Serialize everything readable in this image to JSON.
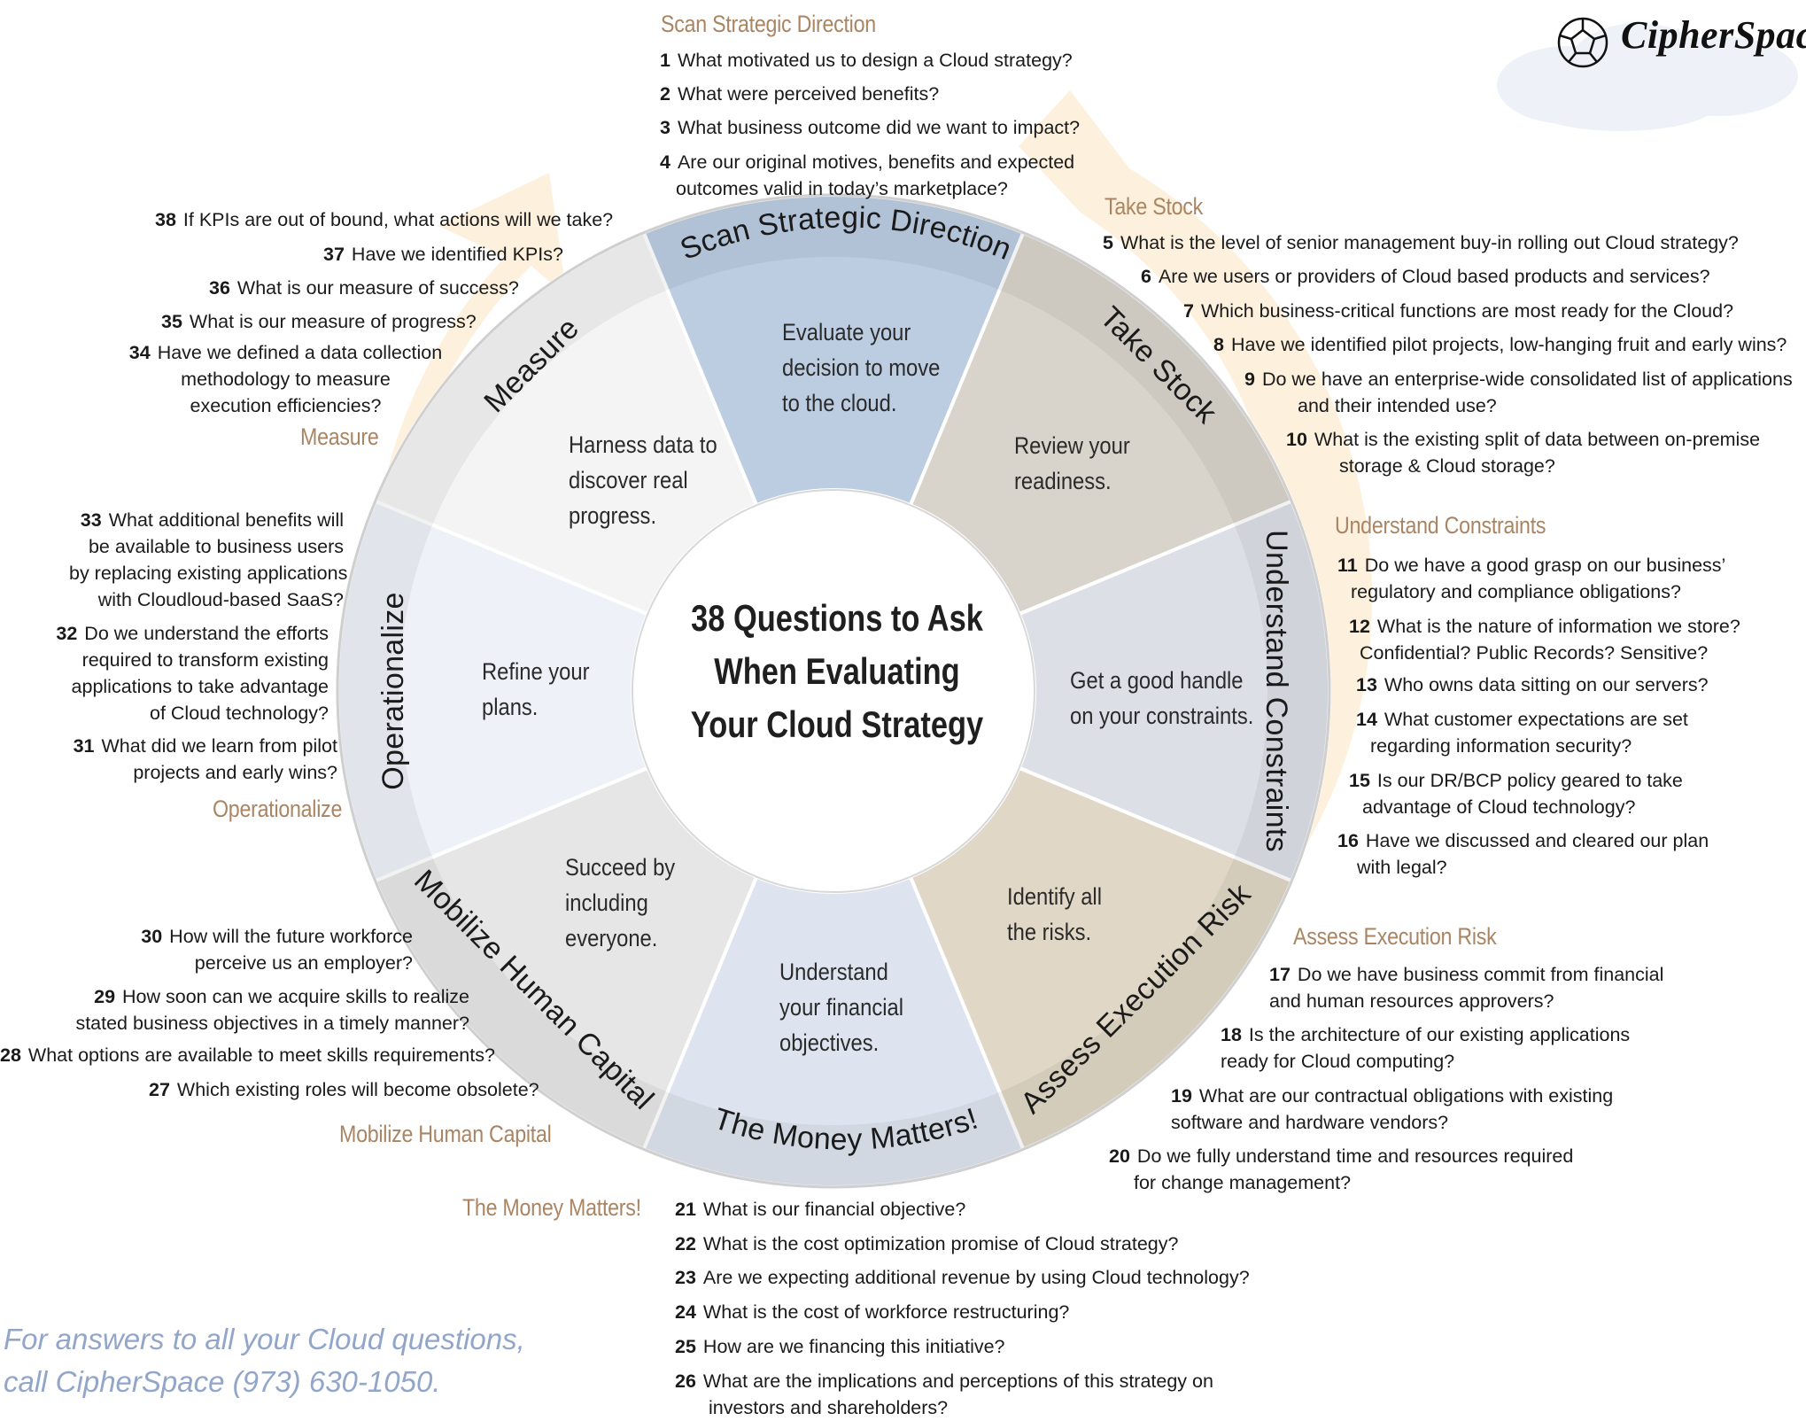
{
  "center_title": [
    "38 Questions to Ask",
    "When Evaluating",
    "Your Cloud Strategy"
  ],
  "brand": "CipherSpace",
  "footer": [
    "For answers to all your Cloud questions,",
    "call CipherSpace  (973) 630-1050."
  ],
  "colors": {
    "heading": "#a98563",
    "ring_accent": "#fbe9cf",
    "scan": "#bccde2",
    "take_stock": "#d9d4cb",
    "constraints": "#dcdfe6",
    "risk": "#e0d7c6",
    "money": "#dde4ef",
    "footer": "#92a6c9"
  },
  "segments": {
    "scan": {
      "label": "Scan Strategic Direction",
      "text": [
        "Evaluate your",
        "decision to move",
        "to the cloud."
      ]
    },
    "take_stock": {
      "label": "Take Stock",
      "text": [
        "Review your",
        "readiness."
      ]
    },
    "constraints": {
      "label": "Understand Constraints",
      "text": [
        "Get a good handle",
        "on your constraints."
      ]
    },
    "risk": {
      "label": "Assess Execution Risk",
      "text": [
        "Identify all",
        "the risks."
      ]
    },
    "money": {
      "label": "The Money Matters!",
      "text": [
        "Understand",
        " your financial",
        "objectives."
      ]
    },
    "human": {
      "label": "Mobilize Human Capital",
      "text": [
        "Succeed by",
        "including",
        "everyone."
      ]
    },
    "operationalize": {
      "label": "Operationalize",
      "text": [
        "Refine your",
        "plans."
      ]
    },
    "measure": {
      "label": "Measure",
      "text": [
        "Harness data to",
        "discover real",
        "progress."
      ]
    }
  },
  "sections": {
    "scan": {
      "heading": "Scan Strategic Direction",
      "questions": [
        {
          "n": "1",
          "lines": [
            "What motivated us to design a Cloud strategy?"
          ]
        },
        {
          "n": "2",
          "lines": [
            "What were perceived benefits?"
          ]
        },
        {
          "n": "3",
          "lines": [
            "What business outcome did we want to impact?"
          ]
        },
        {
          "n": "4",
          "lines": [
            "Are our original motives, benefits and expected",
            "outcomes valid in today’s marketplace?"
          ]
        }
      ]
    },
    "take_stock": {
      "heading": "Take Stock",
      "questions": [
        {
          "n": "5",
          "lines": [
            "What is the level of senior management buy-in rolling out Cloud strategy?"
          ]
        },
        {
          "n": "6",
          "lines": [
            "Are we users or providers of Cloud based products and services?"
          ]
        },
        {
          "n": "7",
          "lines": [
            "Which business-critical functions are most ready for the Cloud?"
          ]
        },
        {
          "n": "8",
          "lines": [
            "Have we identified pilot projects, low-hanging fruit and early wins?"
          ]
        },
        {
          "n": "9",
          "lines": [
            "Do we have an enterprise-wide consolidated list of applications",
            "and their intended use?"
          ]
        },
        {
          "n": "10",
          "lines": [
            "What is the existing split of data between on-premise",
            "storage & Cloud storage?"
          ]
        }
      ]
    },
    "constraints": {
      "heading": "Understand Constraints",
      "questions": [
        {
          "n": "11",
          "lines": [
            "Do we have a good grasp on our business’",
            "regulatory and compliance obligations?"
          ]
        },
        {
          "n": "12",
          "lines": [
            "What is the nature of information we store?",
            "Confidential? Public Records? Sensitive?"
          ]
        },
        {
          "n": "13",
          "lines": [
            "Who owns data sitting on our servers?"
          ]
        },
        {
          "n": "14",
          "lines": [
            "What customer expectations are set",
            "regarding information security?"
          ]
        },
        {
          "n": "15",
          "lines": [
            "Is our DR/BCP policy geared to take",
            "advantage of Cloud technology?"
          ]
        },
        {
          "n": "16",
          "lines": [
            "Have we discussed and cleared our plan",
            "with legal?"
          ]
        }
      ]
    },
    "risk": {
      "heading": "Assess Execution Risk",
      "questions": [
        {
          "n": "17",
          "lines": [
            "Do we have business commit  from financial",
            "and human resources approvers?"
          ]
        },
        {
          "n": "18",
          "lines": [
            "Is the architecture of our existing applications",
            "ready for Cloud computing?"
          ]
        },
        {
          "n": "19",
          "lines": [
            "What are our contractual obligations with existing",
            "software and hardware vendors?"
          ]
        },
        {
          "n": "20",
          "lines": [
            "Do we fully understand time and resources required",
            "for change management?"
          ]
        }
      ]
    },
    "money": {
      "heading": "The Money Matters!",
      "questions": [
        {
          "n": "21",
          "lines": [
            "What is our financial objective?"
          ]
        },
        {
          "n": "22",
          "lines": [
            "What is the cost optimization promise of Cloud strategy?"
          ]
        },
        {
          "n": "23",
          "lines": [
            "Are we expecting additional revenue by using Cloud technology?"
          ]
        },
        {
          "n": "24",
          "lines": [
            "What is the cost of workforce restructuring?"
          ]
        },
        {
          "n": "25",
          "lines": [
            "How are we financing this initiative?"
          ]
        },
        {
          "n": "26",
          "lines": [
            "What are the implications and perceptions of this strategy on",
            "investors and shareholders?"
          ]
        }
      ]
    },
    "human": {
      "heading": "Mobilize Human Capital",
      "questions": [
        {
          "n": "30",
          "lines": [
            "How will the future workforce",
            "perceive us an employer?"
          ]
        },
        {
          "n": "29",
          "lines": [
            "How soon can we acquire skills to realize",
            "stated business objectives in a timely manner?"
          ]
        },
        {
          "n": "28",
          "lines": [
            "What options are available to  meet skills requirements?"
          ]
        },
        {
          "n": "27",
          "lines": [
            "Which existing roles will become obsolete?"
          ]
        }
      ]
    },
    "operationalize": {
      "heading": "Operationalize",
      "questions": [
        {
          "n": "33",
          "lines": [
            "What additional benefits will",
            "be available to business users",
            "by replacing existing applications",
            "with Cloudloud-based SaaS?"
          ]
        },
        {
          "n": "32",
          "lines": [
            "Do we understand the efforts",
            "required to transform existing",
            "applications to take advantage",
            "of Cloud technology?"
          ]
        },
        {
          "n": "31",
          "lines": [
            "What did we learn from pilot",
            "projects and early wins?"
          ]
        }
      ]
    },
    "measure": {
      "heading": "Measure",
      "questions": [
        {
          "n": "38",
          "lines": [
            "If KPIs are out of bound, what actions will we take?"
          ]
        },
        {
          "n": "37",
          "lines": [
            "Have we identified KPIs?"
          ]
        },
        {
          "n": "36",
          "lines": [
            "What is our measure of success?"
          ]
        },
        {
          "n": "35",
          "lines": [
            "What is our measure of progress?"
          ]
        },
        {
          "n": "34",
          "lines": [
            "Have we defined a data collection",
            "methodology to measure",
            "execution efficiencies?"
          ]
        }
      ]
    }
  }
}
